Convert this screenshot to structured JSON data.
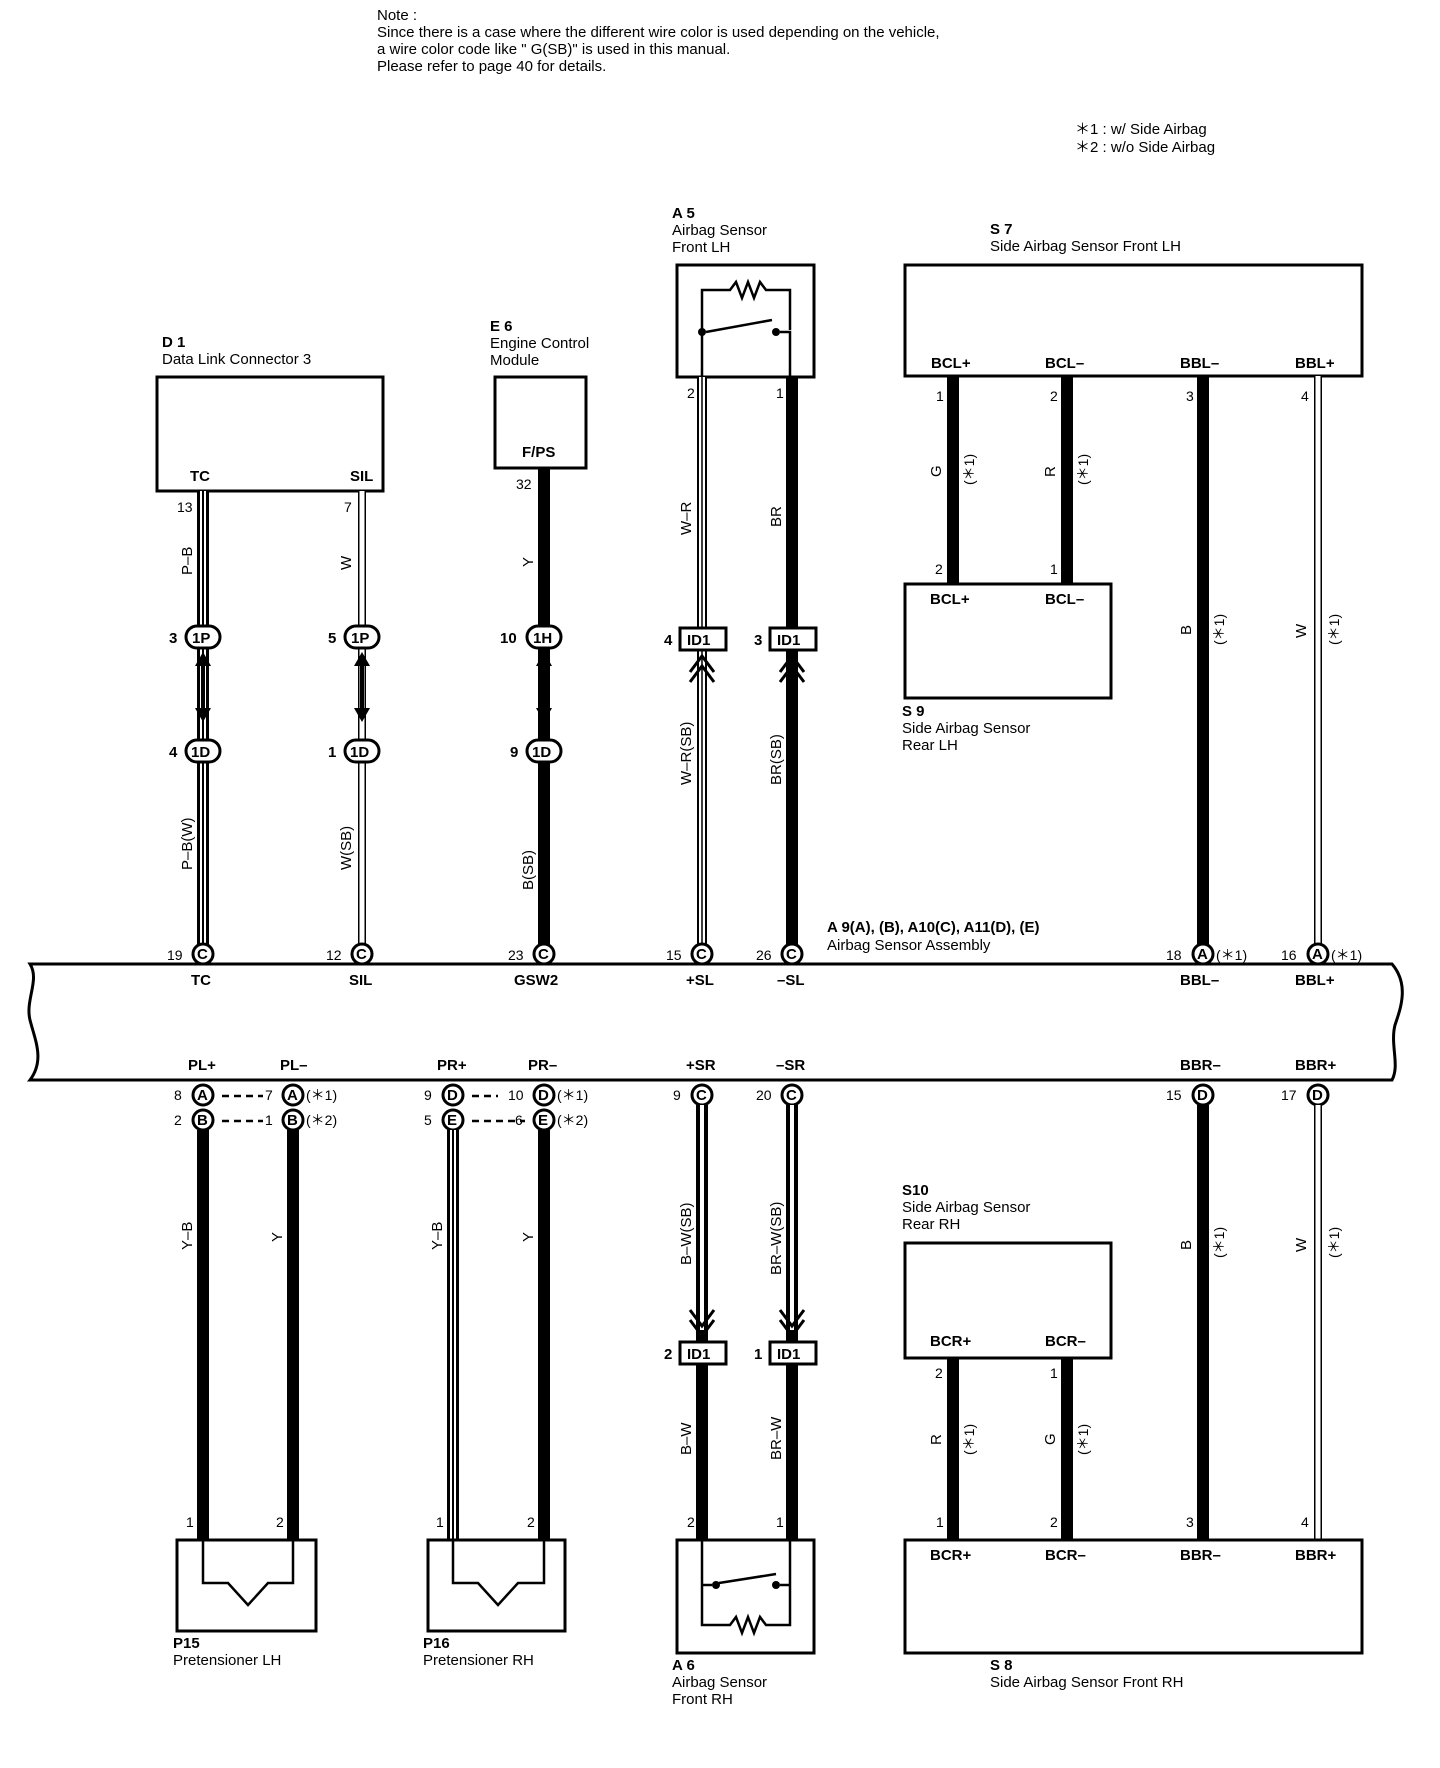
{
  "note": {
    "heading": "Note :",
    "line1": "Since there is a case where the different wire color is used depending on the vehicle,",
    "line2": "a wire color code like \" G(SB)\"  is used in this manual.",
    "line3": "Please refer to page 40 for details."
  },
  "legend": {
    "item1": "＊1 : w/ Side Airbag",
    "item2": "＊2 : w/o Side Airbag"
  },
  "components": {
    "d1": {
      "code": "D 1",
      "name": "Data Link Connector 3",
      "pins": [
        "TC",
        "SIL"
      ],
      "pin_nums": [
        "13",
        "7"
      ]
    },
    "e6": {
      "code": "E 6",
      "name1": "Engine Control",
      "name2": "Module",
      "pins": [
        "F/PS"
      ],
      "pin_nums": [
        "32"
      ]
    },
    "a5": {
      "code": "A 5",
      "name1": "Airbag Sensor",
      "name2": "Front LH",
      "pin_nums": [
        "2",
        "1"
      ]
    },
    "s7": {
      "code": "S 7",
      "name": "Side Airbag Sensor Front LH",
      "pins": [
        "BCL+",
        "BCL–",
        "BBL–",
        "BBL+"
      ],
      "pin_nums": [
        "1",
        "2",
        "3",
        "4"
      ]
    },
    "s9": {
      "code": "S 9",
      "name1": "Side Airbag Sensor",
      "name2": "Rear LH",
      "pins": [
        "BCL+",
        "BCL–"
      ],
      "pin_nums": [
        "2",
        "1"
      ]
    },
    "a9": {
      "code": "A 9(A), (B), A10(C), A11(D), (E)",
      "name": "Airbag Sensor Assembly"
    },
    "s10": {
      "code": "S10",
      "name1": "Side Airbag Sensor",
      "name2": "Rear RH",
      "pins": [
        "BCR+",
        "BCR–"
      ],
      "pin_nums": [
        "2",
        "1"
      ]
    },
    "p15": {
      "code": "P15",
      "name": "Pretensioner LH",
      "pin_nums": [
        "1",
        "2"
      ]
    },
    "p16": {
      "code": "P16",
      "name": "Pretensioner RH",
      "pin_nums": [
        "1",
        "2"
      ]
    },
    "a6": {
      "code": "A 6",
      "name1": "Airbag Sensor",
      "name2": "Front RH",
      "pin_nums": [
        "2",
        "1"
      ]
    },
    "s8": {
      "code": "S 8",
      "name": "Side Airbag Sensor Front RH",
      "pins": [
        "BCR+",
        "BCR–",
        "BBR–",
        "BBR+"
      ],
      "pin_nums": [
        "1",
        "2",
        "3",
        "4"
      ]
    }
  },
  "junctions": {
    "j1p": "1P",
    "j1h": "1H",
    "j1d": "1D",
    "id1": "ID1",
    "j1p_pins": [
      "3",
      "5"
    ],
    "j1h_pin": "10",
    "j1d_pins": [
      "4",
      "1",
      "9"
    ],
    "id1_top_pins": [
      "4",
      "3"
    ],
    "id1_bot_pins": [
      "2",
      "1"
    ]
  },
  "wire_colors": {
    "tc_up": "P–B",
    "sil_up": "W",
    "fps_up": "Y",
    "a5_2": "W–R",
    "a5_1": "BR",
    "tc_low": "P–B(W)",
    "sil_low": "W(SB)",
    "fps_low": "B(SB)",
    "a5_2_low": "W–R(SB)",
    "a5_1_low": "BR(SB)",
    "s7_1": "G",
    "s7_2": "R",
    "bbl_minus": "B",
    "bbl_plus": "W",
    "p15_1": "Y–B",
    "p15_2": "Y",
    "p16_1": "Y–B",
    "p16_2": "Y",
    "a6_up": "B–W(SB)",
    "a6_up2": "BR–W(SB)",
    "a6_low": "B–W",
    "a6_low2": "BR–W",
    "s10_2": "R",
    "s10_1": "G",
    "bbr_minus": "B",
    "bbr_plus": "W"
  },
  "assembly": {
    "top_pins": [
      {
        "num": "19",
        "letter": "C",
        "label": "TC"
      },
      {
        "num": "12",
        "letter": "C",
        "label": "SIL"
      },
      {
        "num": "23",
        "letter": "C",
        "label": "GSW2"
      },
      {
        "num": "15",
        "letter": "C",
        "label": "+SL"
      },
      {
        "num": "26",
        "letter": "C",
        "label": "–SL"
      },
      {
        "num": "18",
        "letter": "A",
        "label": "BBL–"
      },
      {
        "num": "16",
        "letter": "A",
        "label": "BBL+"
      }
    ],
    "bottom_labels": [
      "PL+",
      "PL–",
      "PR+",
      "PR–",
      "+SR",
      "–SR",
      "BBR–",
      "BBR+"
    ],
    "bottom_pins_row1": [
      {
        "num": "8",
        "letter": "A"
      },
      {
        "num": "7",
        "letter": "A"
      },
      {
        "num": "9",
        "letter": "D"
      },
      {
        "num": "10",
        "letter": "D"
      },
      {
        "num": "9",
        "letter": "C"
      },
      {
        "num": "20",
        "letter": "C"
      },
      {
        "num": "15",
        "letter": "D"
      },
      {
        "num": "17",
        "letter": "D"
      }
    ],
    "bottom_pins_row2": [
      {
        "num": "2",
        "letter": "B"
      },
      {
        "num": "1",
        "letter": "B"
      },
      {
        "num": "5",
        "letter": "E"
      },
      {
        "num": "6",
        "letter": "E"
      }
    ]
  },
  "marks": {
    "star1": "(＊1)",
    "star2": "(＊2)"
  }
}
